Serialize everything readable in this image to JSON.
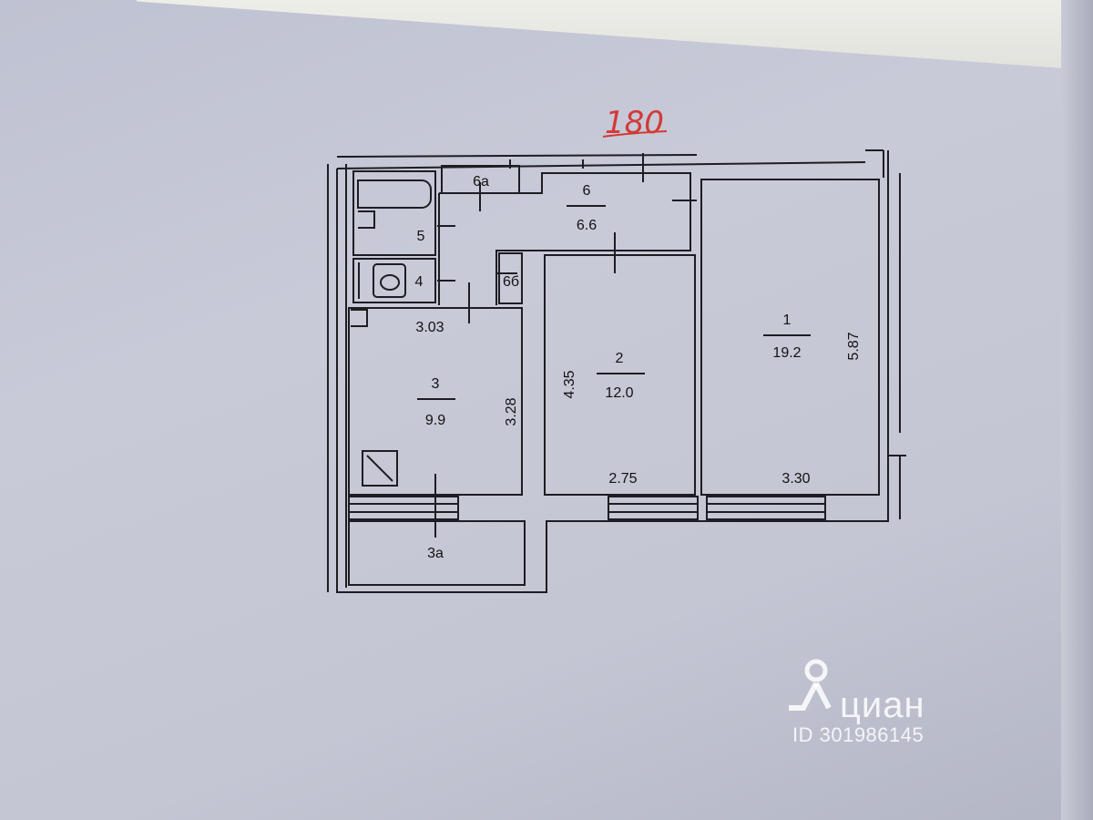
{
  "plan": {
    "handwritten_number": "180",
    "rooms": [
      {
        "id": "room-1",
        "number": "1",
        "area": "19.2"
      },
      {
        "id": "room-2",
        "number": "2",
        "area": "12.0"
      },
      {
        "id": "room-3",
        "number": "3",
        "area": "9.9"
      },
      {
        "id": "room-6",
        "number": "6",
        "area": "6.6"
      }
    ],
    "small_labels": {
      "r4": "4",
      "r5": "5",
      "r6a": "6а",
      "r6b": "6б",
      "r3a": "3а"
    },
    "dimensions": {
      "room1_height": "5.87",
      "room1_width": "3.30",
      "room2_height": "4.35",
      "room2_width": "2.75",
      "room3_height": "3.28",
      "room3_width": "3.03"
    }
  },
  "watermark": {
    "brand": "циан",
    "listing_id": "ID 301986145"
  }
}
